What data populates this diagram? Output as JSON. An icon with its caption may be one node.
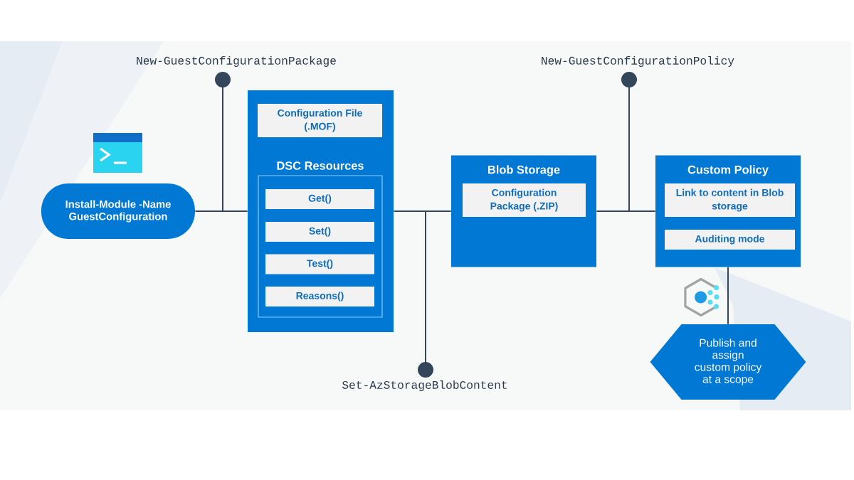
{
  "diagram": {
    "nodes": [
      {
        "text": [
          "Install-Module -Name GuestConfiguration"
        ]
      },
      {
        "text": [
          "New-GuestConfigurationPackage"
        ]
      },
      {
        "text": [],
        "shape": "box"
      },
      {
        "text": [
          "Configuration File (.MOF)"
        ],
        "in": 2
      },
      {
        "text": [
          "DSC Resources"
        ],
        "in": 2
      },
      {
        "text": [
          "Get()"
        ],
        "in": 4
      },
      {
        "text": [
          "Set()"
        ],
        "in": 4
      },
      {
        "text": [
          "Test()"
        ],
        "in": 4
      },
      {
        "text": [
          "Reasons()"
        ],
        "in": 4
      },
      {
        "text": [
          "Set-AzStorageBlobContent"
        ]
      },
      {
        "text": [
          "Blob Storage"
        ]
      },
      {
        "text": [
          "Configuration Package (.ZIP)"
        ],
        "in": 10
      },
      {
        "text": [
          "New-GuestConfigurationPolicy"
        ]
      },
      {
        "text": [
          "Custom Policy"
        ]
      },
      {
        "text": [
          "Link to content in Blob storage"
        ],
        "in": 13
      },
      {
        "text": [
          "Auditing mode"
        ],
        "in": 13
      },
      {
        "text": [
          "Publish and assign custom policy at a scope"
        ]
      }
    ],
    "edges": [
      {
        "from": 0,
        "to": 2,
        "arrow": "none"
      },
      {
        "from": 1,
        "to": null,
        "arrow": "other"
      },
      {
        "from": 2,
        "to": 10,
        "arrow": "none"
      },
      {
        "from": 9,
        "to": null,
        "arrow": "other"
      },
      {
        "from": 10,
        "to": 13,
        "arrow": "none"
      },
      {
        "from": 12,
        "to": null,
        "arrow": "other"
      },
      {
        "from": 13,
        "to": 16,
        "arrow": "none"
      }
    ]
  }
}
